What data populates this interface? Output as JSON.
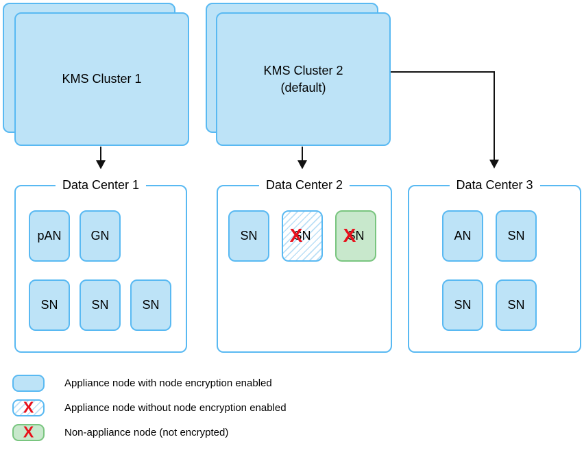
{
  "diagram": {
    "clusters": [
      {
        "label": "KMS Cluster 1",
        "sublabel": ""
      },
      {
        "label": "KMS Cluster 2",
        "sublabel": "(default)"
      }
    ],
    "data_centers": [
      {
        "title": "Data Center 1",
        "rows": [
          [
            {
              "label": "pAN",
              "type": "appliance-encrypted",
              "crossed": false
            },
            {
              "label": "GN",
              "type": "appliance-encrypted",
              "crossed": false
            }
          ],
          [
            {
              "label": "SN",
              "type": "appliance-encrypted",
              "crossed": false
            },
            {
              "label": "SN",
              "type": "appliance-encrypted",
              "crossed": false
            },
            {
              "label": "SN",
              "type": "appliance-encrypted",
              "crossed": false
            }
          ]
        ]
      },
      {
        "title": "Data Center 2",
        "rows": [
          [
            {
              "label": "SN",
              "type": "appliance-encrypted",
              "crossed": false
            },
            {
              "label": "SN",
              "type": "appliance-unencrypted",
              "crossed": true
            },
            {
              "label": "SN",
              "type": "non-appliance",
              "crossed": true
            }
          ]
        ]
      },
      {
        "title": "Data Center 3",
        "rows": [
          [
            {
              "label": "AN",
              "type": "appliance-encrypted",
              "crossed": false
            },
            {
              "label": "SN",
              "type": "appliance-encrypted",
              "crossed": false
            }
          ],
          [
            {
              "label": "SN",
              "type": "appliance-encrypted",
              "crossed": false
            },
            {
              "label": "SN",
              "type": "appliance-encrypted",
              "crossed": false
            }
          ]
        ]
      }
    ],
    "legend": [
      {
        "type": "appliance-encrypted",
        "crossed": false,
        "label": "Appliance node with node encryption enabled"
      },
      {
        "type": "appliance-unencrypted",
        "crossed": true,
        "label": "Appliance node without node encryption enabled"
      },
      {
        "type": "non-appliance",
        "crossed": true,
        "label": "Non-appliance node (not encrypted)"
      }
    ],
    "icons": {
      "cross_glyph": "X"
    },
    "colors": {
      "node_fill": "#bde3f7",
      "node_border": "#59b9f2",
      "hatch_stripe": "#82c5ee",
      "green_fill": "#c8e8cc",
      "green_border": "#79c57f",
      "cross_red": "#e8101b",
      "connector": "#111111"
    }
  }
}
